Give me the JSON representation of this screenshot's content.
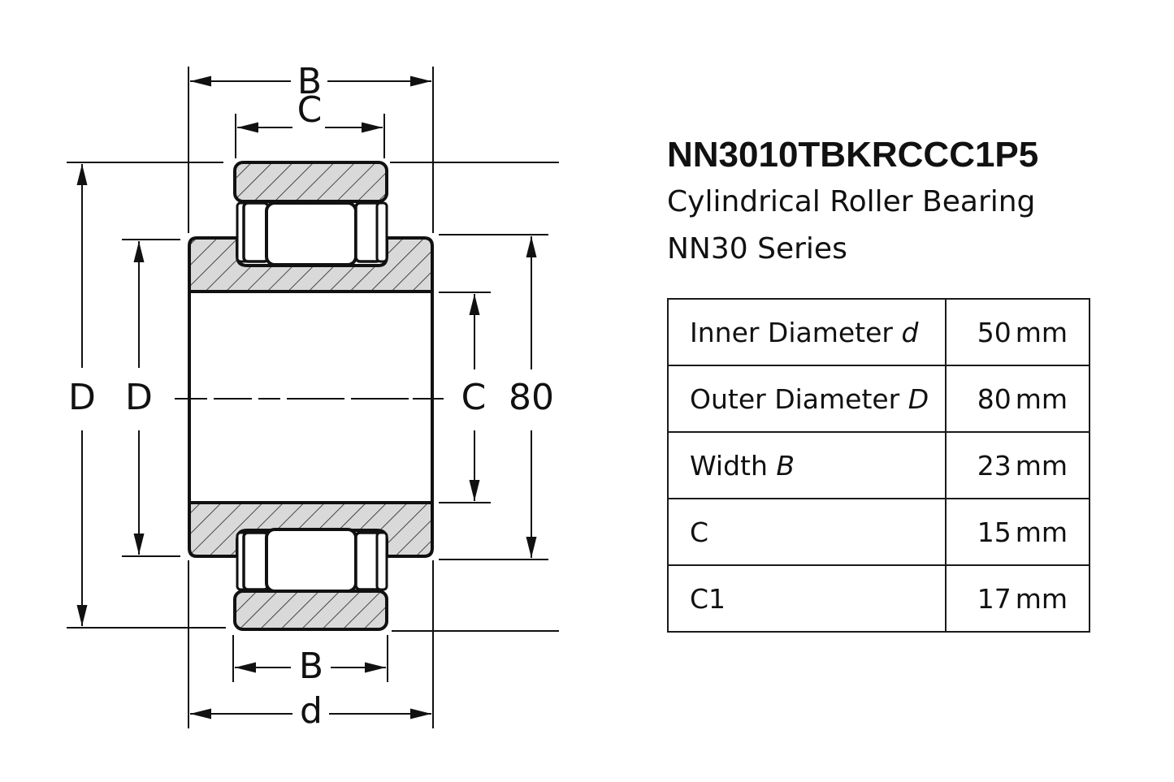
{
  "product": {
    "part_number": "NN3010TBKRCCC1P5",
    "type": "Cylindrical Roller Bearing",
    "series": "NN30 Series"
  },
  "drawing": {
    "labels": {
      "top_outer_width": "B",
      "top_inner_width": "C",
      "left_outer": "D",
      "left_inner": "D",
      "right_inner": "C",
      "right_outer": "80",
      "bottom_inner_width": "B",
      "bottom_outer_width": "d"
    },
    "colors": {
      "line": "#111111",
      "hatch_fill": "#d9d9d9"
    }
  },
  "specs": {
    "rows": [
      {
        "label": "Inner Diameter",
        "symbol": "d",
        "value": "50",
        "unit": "mm"
      },
      {
        "label": "Outer Diameter",
        "symbol": "D",
        "value": "80",
        "unit": "mm"
      },
      {
        "label": "Width",
        "symbol": "B",
        "value": "23",
        "unit": "mm"
      },
      {
        "label": "C",
        "symbol": "",
        "value": "15",
        "unit": "mm"
      },
      {
        "label": "C1",
        "symbol": "",
        "value": "17",
        "unit": "mm"
      }
    ]
  }
}
